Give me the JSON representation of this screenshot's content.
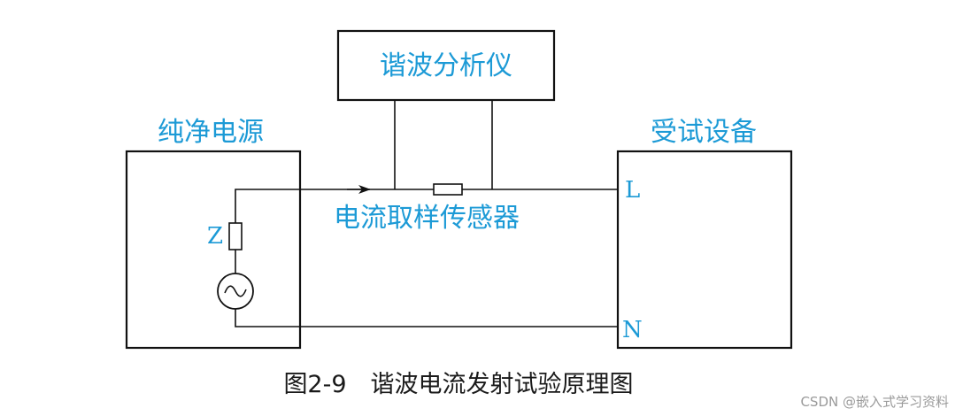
{
  "analyzer": {
    "label": "谐波分析仪"
  },
  "power_source": {
    "label": "纯净电源",
    "impedance_label": "Z"
  },
  "eut": {
    "label": "受试设备",
    "terminal_l": "L",
    "terminal_n": "N"
  },
  "sensor": {
    "label": "电流取样传感器"
  },
  "caption": "图2-9　谐波电流发射试验原理图",
  "watermark": "CSDN @嵌入式学习资料"
}
